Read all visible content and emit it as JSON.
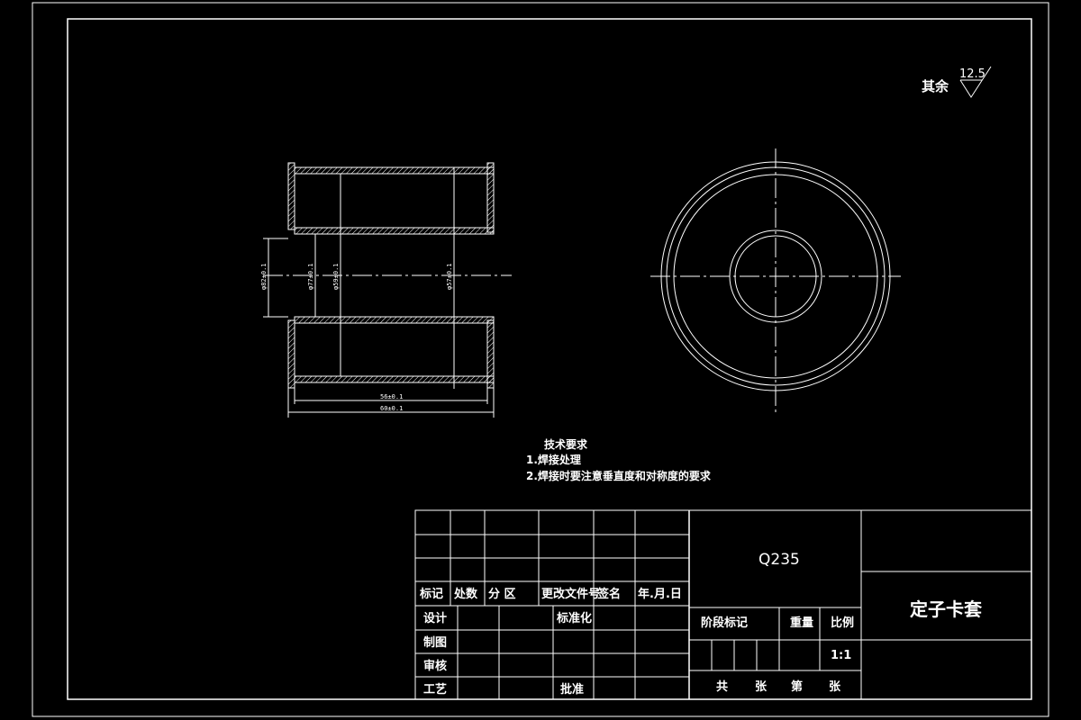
{
  "roughness": {
    "label": "其余",
    "value": "12.5"
  },
  "dimensions": {
    "inner_length": "56±0.1",
    "total_length": "60±0.1",
    "d_outer_left": "φ82±0.1",
    "d_bore": "φ77±0.1",
    "d_mid": "φ59±0.1",
    "d_right": "φ57±0.1"
  },
  "tech_requirements": {
    "title": "技术要求",
    "items": [
      "1.焊接处理",
      "2.焊接时要注意垂直度和对称度的要求"
    ]
  },
  "title_block": {
    "material": "Q235",
    "part_name": "定子卡套",
    "headers": [
      "标记",
      "处数",
      "分 区",
      "更改文件号",
      "签名",
      "年.月.日"
    ],
    "roles": [
      "设计",
      "制图",
      "审核",
      "工艺"
    ],
    "standardization": "标准化",
    "approve": "批准",
    "stage_mark": "阶段标记",
    "weight": "重量",
    "scale_label": "比例",
    "scale_value": "1:1",
    "sheets_total": "共",
    "sheets_unit1": "张",
    "sheet_no": "第",
    "sheets_unit2": "张"
  }
}
